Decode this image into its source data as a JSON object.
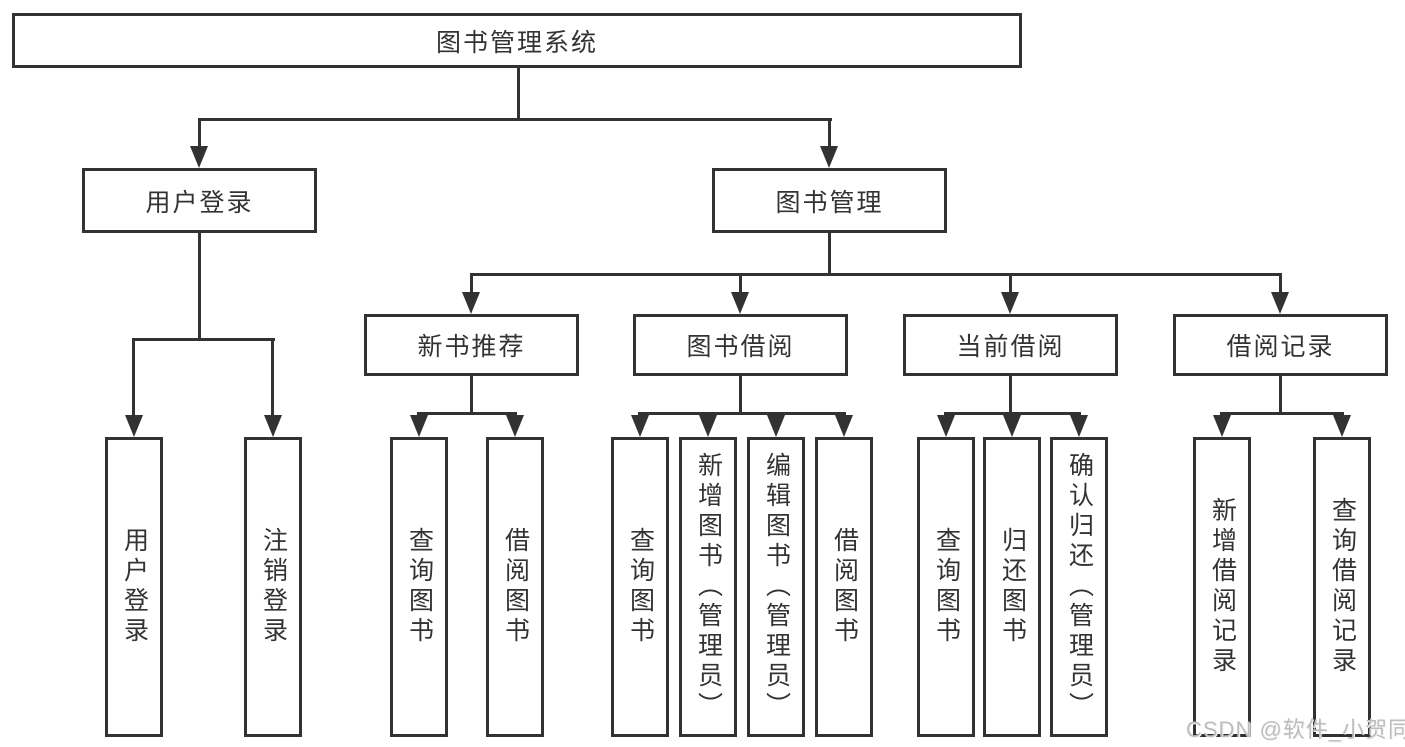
{
  "diagram": {
    "root": "图书管理系统",
    "level2": {
      "user_login": "用户登录",
      "book_management": "图书管理"
    },
    "level3": {
      "new_book": "新书推荐",
      "borrow": "图书借阅",
      "current": "当前借阅",
      "records": "借阅记录"
    },
    "leaves": {
      "user_login": [
        "用户登录",
        "注销登录"
      ],
      "new_book": [
        "查询图书",
        "借阅图书"
      ],
      "borrow": [
        "查询图书",
        "新增图书（管理员）",
        "编辑图书（管理员）",
        "借阅图书"
      ],
      "current": [
        "查询图书",
        "归还图书",
        "确认归还（管理员）"
      ],
      "records": [
        "新增借阅记录",
        "查询借阅记录"
      ]
    }
  },
  "watermark": "CSDN @软件_小贺同学",
  "colors": {
    "line": "#323232",
    "text": "#333333",
    "background": "#ffffff",
    "watermark": "#bdbdbd"
  }
}
